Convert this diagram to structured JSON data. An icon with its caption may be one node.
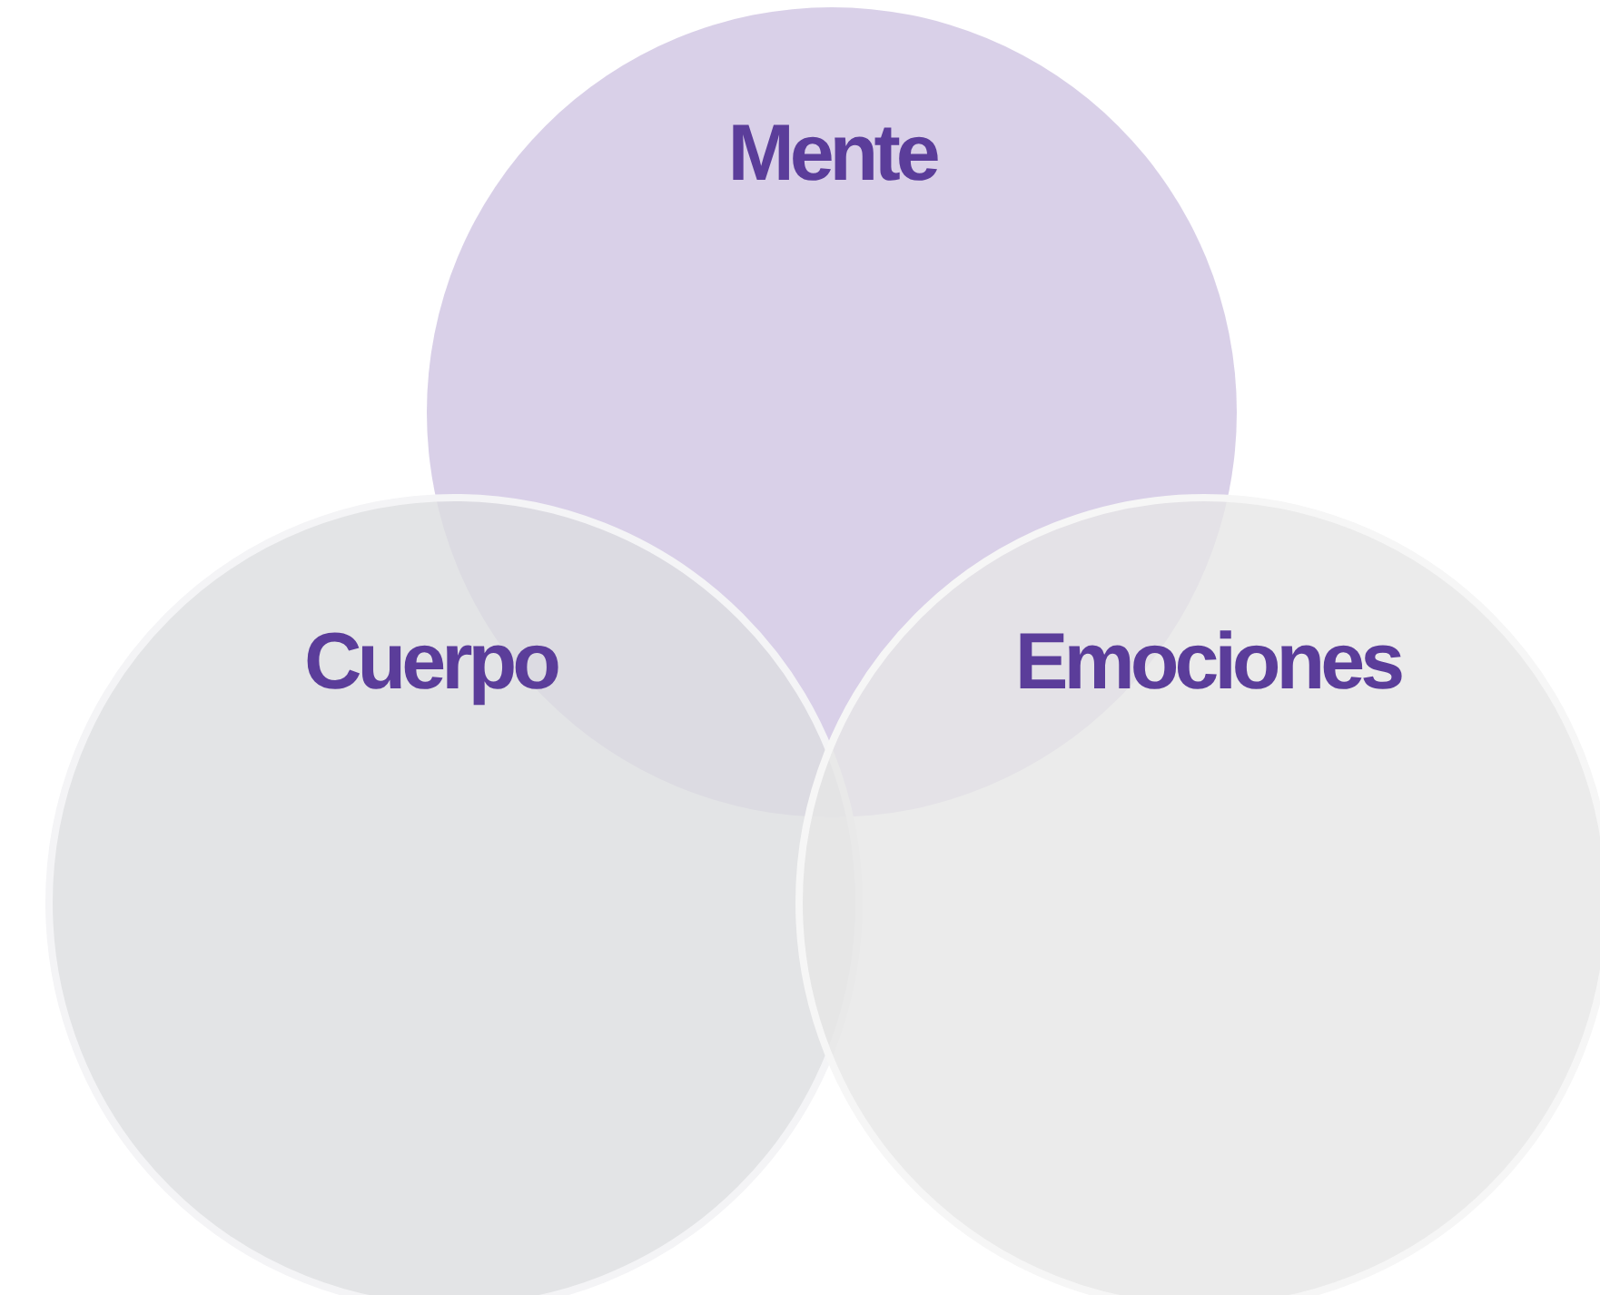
{
  "diagram": {
    "nodes": [
      {
        "text": [
          "Mente"
        ]
      },
      {
        "text": [
          "Cuerpo"
        ]
      },
      {
        "text": [
          "Emociones"
        ]
      }
    ],
    "edges": []
  }
}
